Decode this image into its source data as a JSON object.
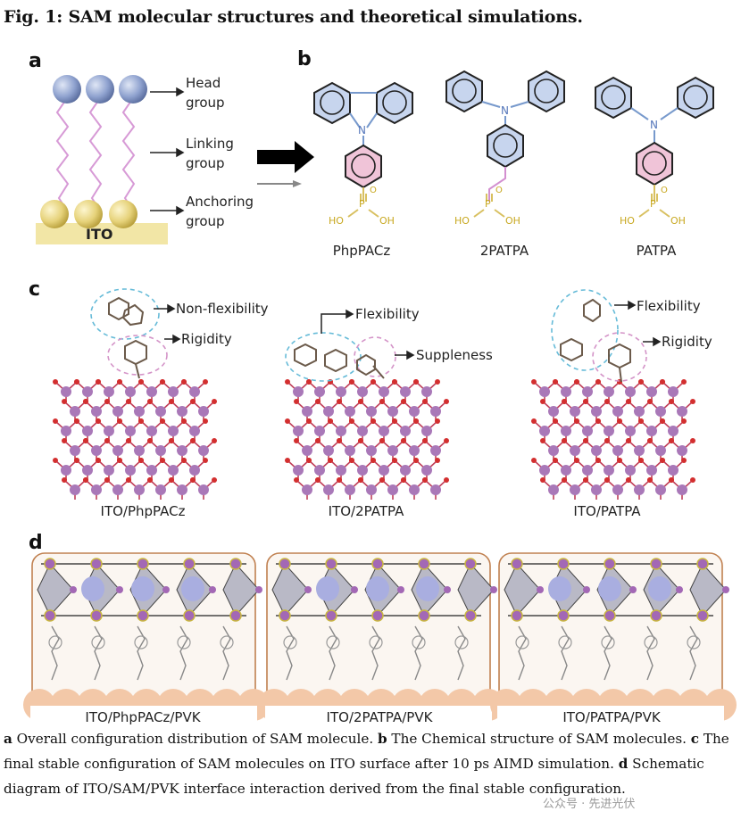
{
  "figure": {
    "title": "Fig. 1: SAM molecular structures and theoretical simulations.",
    "panel_labels": [
      "a",
      "b",
      "c",
      "d"
    ],
    "panel_a": {
      "labels": [
        "Head group",
        "Linking group",
        "Anchoring group"
      ],
      "substrate": "ITO"
    },
    "panel_b": {
      "molecules": [
        "PhpPACz",
        "2PATPA",
        "PATPA"
      ],
      "atoms": {
        "n": "N",
        "p": "P",
        "o": "O",
        "oh": "OH",
        "ho": "HO"
      }
    },
    "panel_c": {
      "labels": [
        "Non-flexibility",
        "Rigidity",
        "Flexibility",
        "Suppleness",
        "Flexibility",
        "Rigidity"
      ],
      "names": [
        "ITO/PhpPACz",
        "ITO/2PATPA",
        "ITO/PATPA"
      ]
    },
    "panel_d": {
      "names": [
        "ITO/PhpPACz/PVK",
        "ITO/2PATPA/PVK",
        "ITO/PATPA/PVK"
      ]
    },
    "caption": {
      "a_label": "a",
      "a_text": " Overall configuration distribution of SAM molecule. ",
      "b_label": "b",
      "b_text": " The Chemical structure of SAM molecules. ",
      "c_label": "c",
      "c_text": " The final stable configuration of SAM molecules on ITO surface after 10 ps AIMD simulation. ",
      "d_label": "d",
      "d_text": " Schematic diagram of ITO/SAM/PVK interface interaction derived from the final stable configuration."
    },
    "watermark": "公众号 · 先进光伏"
  }
}
